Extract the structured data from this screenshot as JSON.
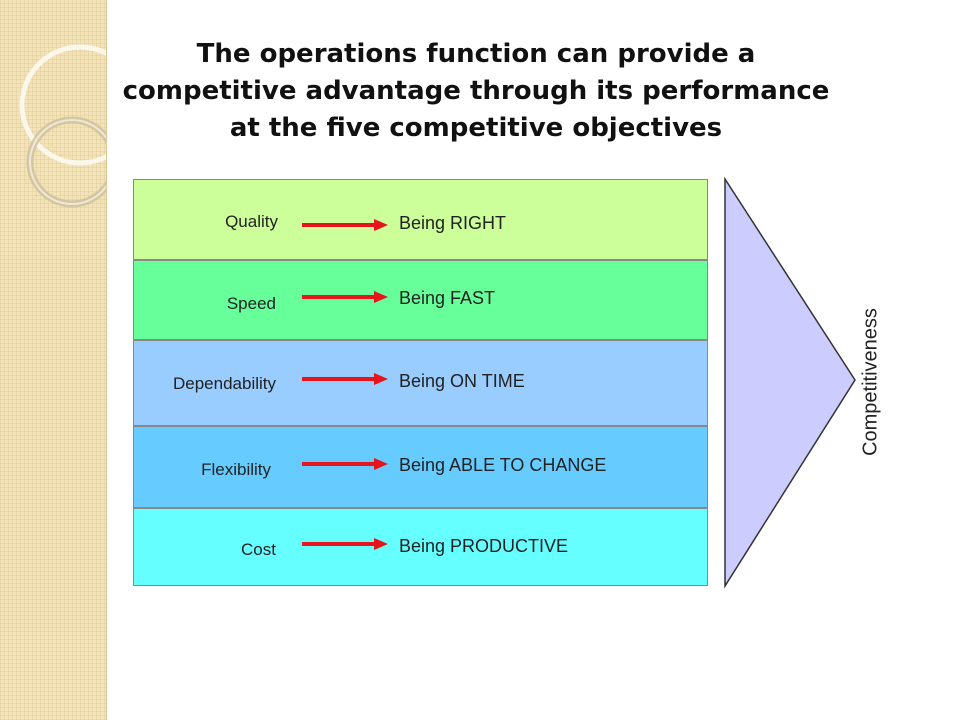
{
  "title": "The operations function can provide a competitive advantage through its performance at the five competitive objectives",
  "objectives": [
    {
      "factor": "Quality",
      "description": "Being RIGHT",
      "color": "#ccff99"
    },
    {
      "factor": "Speed",
      "description": "Being FAST",
      "color": "#66ff99"
    },
    {
      "factor": "Dependability",
      "description": "Being ON TIME",
      "color": "#99ccff"
    },
    {
      "factor": "Flexibility",
      "description": "Being ABLE TO CHANGE",
      "color": "#66ccff"
    },
    {
      "factor": "Cost",
      "description": "Being PRODUCTIVE",
      "color": "#66ffff"
    }
  ],
  "outcome": {
    "label": "Competitiveness",
    "color": "#ccccff"
  },
  "arrow_color": "#e8141c",
  "icons": {
    "row_arrow": "right-arrow-icon",
    "chevron": "chevron-right-icon"
  }
}
